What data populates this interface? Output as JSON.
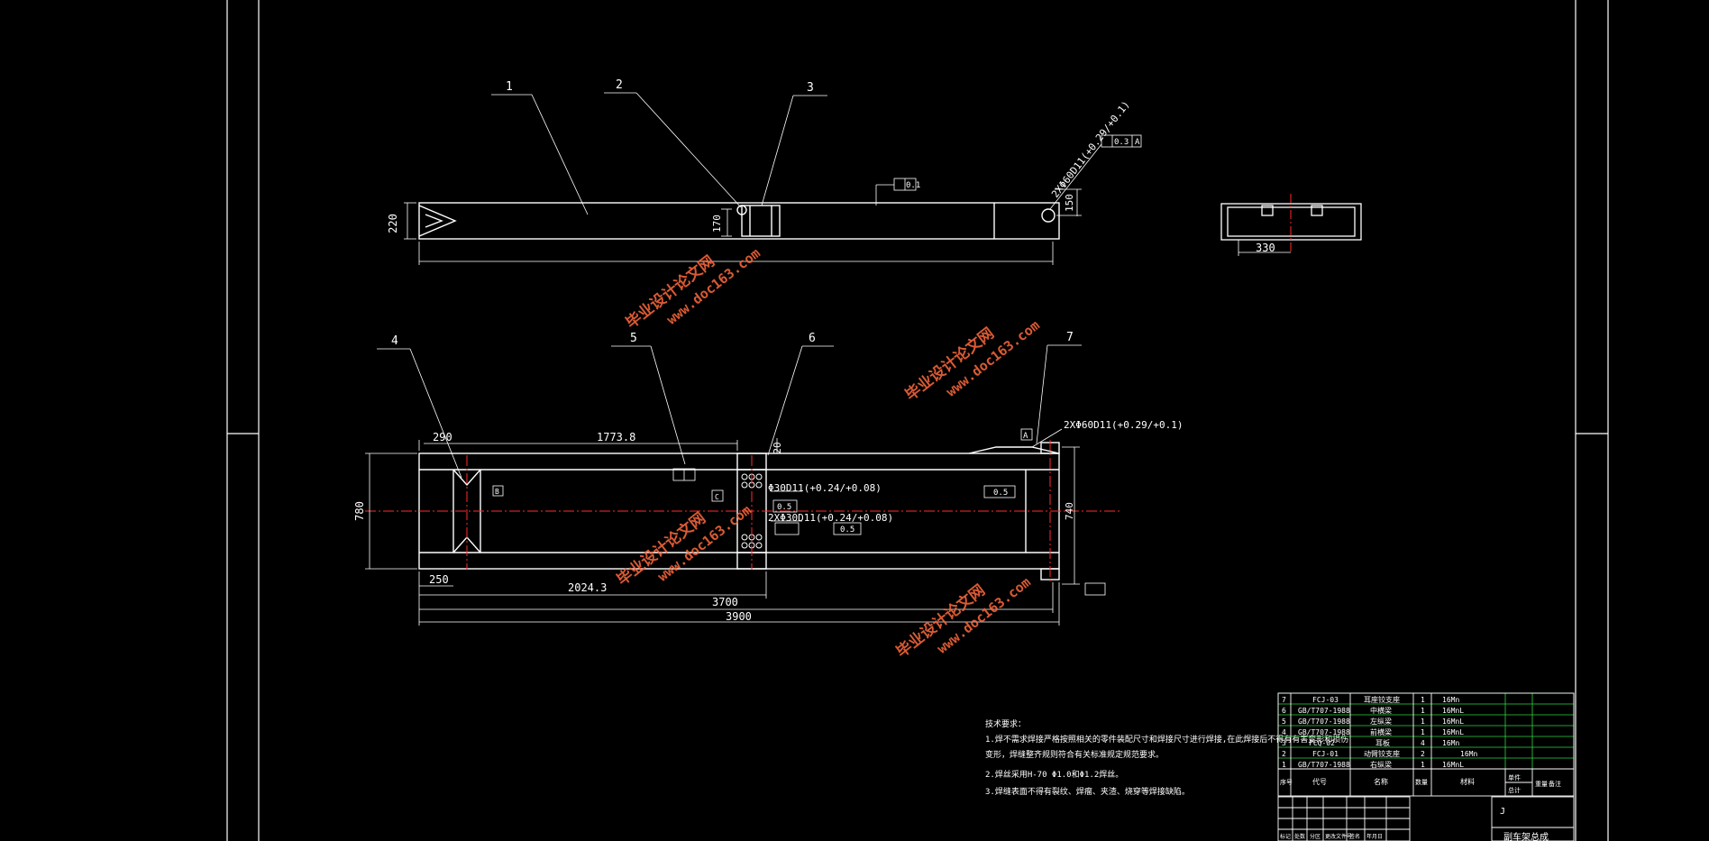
{
  "colors": {
    "background": "#000000",
    "line": "#ffffff",
    "centerline": "#ff2a2a",
    "table_grid": "#2dd63f",
    "watermark": "#ff6a3d"
  },
  "balloons": {
    "b1": "1",
    "b2": "2",
    "b3": "3",
    "b4": "4",
    "b5": "5",
    "b6": "6",
    "b7": "7"
  },
  "front_view": {
    "height_220": "220",
    "height_170": "170",
    "offset_150": "150",
    "hole_spec": "2XΦ60D11(+0.29/+0.1)",
    "tol_a": "0.3",
    "tol_b": "0.1",
    "datum_a": "A"
  },
  "top_view": {
    "width_290": "290",
    "len_1773": "1773.8",
    "height_780": "780",
    "width_250": "250",
    "len_2024": "2024.3",
    "len_3700": "3700",
    "len_3900": "3900",
    "dim_20": "20",
    "dim_740": "740",
    "hole_spec_60": "2XΦ60D11(+0.29/+0.1)",
    "hole_spec_30a": "Φ30D11(+0.24/+0.08)",
    "hole_spec_30b": "2XΦ30D11(+0.24/+0.08)",
    "tol_05": "0.5",
    "datum_a": "A",
    "datum_b": "B",
    "datum_c": "C"
  },
  "side_view": {
    "width_330": "330"
  },
  "notes": {
    "title": "技术要求：",
    "lines": [
      "1.焊不需求焊接严格按照相关的零件装配尺寸和焊接尺寸进行焊接,在此焊接后不得有有害变形和损伤",
      "变形，焊缝整齐规则符合有关标准规定规范要求。",
      "2.焊丝采用H-70 Φ1.0和Φ1.2焊丝。",
      "3.焊缝表面不得有裂纹、焊瘤、夹渣、烧穿等焊接缺陷。"
    ]
  },
  "bom": {
    "rows": [
      {
        "no": "7",
        "code": "FCJ-03",
        "name": "耳座铰支座",
        "qty": "1",
        "material": "16Mn"
      },
      {
        "no": "6",
        "code": "GB/T707-1988",
        "name": "中横梁",
        "qty": "1",
        "material": "16MnL"
      },
      {
        "no": "5",
        "code": "GB/T707-1988",
        "name": "左纵梁",
        "qty": "1",
        "material": "16MnL"
      },
      {
        "no": "4",
        "code": "GB/T707-1988",
        "name": "前横梁",
        "qty": "1",
        "material": "16MnL"
      },
      {
        "no": "3",
        "code": "FCQ-02",
        "name": "耳板",
        "qty": "4",
        "material": "16Mn"
      },
      {
        "no": "2",
        "code": "FCJ-01",
        "name": "动臂铰支座",
        "qty": "2",
        "material": "16Mn"
      },
      {
        "no": "1",
        "code": "GB/T707-1988",
        "name": "右纵梁",
        "qty": "1",
        "material": "16MnL"
      }
    ],
    "header": {
      "no": "序号",
      "code": "代号",
      "name": "名称",
      "qty": "数量",
      "material": "材料",
      "unit_weight": "单件",
      "total_weight": "总计",
      "weight": "重量",
      "remark": "备注"
    }
  },
  "title_block": {
    "mark": "J",
    "title": "副车架总成",
    "footer": [
      "标记",
      "处数",
      "分区",
      "更改文件号",
      "签名",
      "年月日"
    ]
  },
  "watermark": {
    "line1": "毕业设计论文网",
    "line2": "www.doc163.com"
  }
}
